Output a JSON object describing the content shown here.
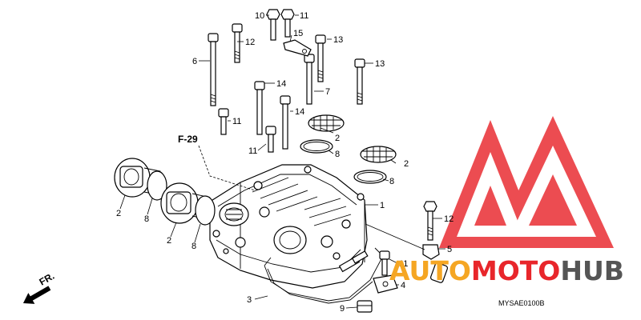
{
  "diagram": {
    "callouts": {
      "c10": "10",
      "c11a": "11",
      "c15": "15",
      "c12a": "12",
      "c13a": "13",
      "c6": "6",
      "c13b": "13",
      "c14a": "14",
      "c7": "7",
      "c14b": "14",
      "c11b": "11",
      "c2a": "2",
      "c11c": "11",
      "c8a": "8",
      "c2b": "2",
      "c8b": "8",
      "c1": "1",
      "c12b": "12",
      "c2c": "2",
      "c8c": "8",
      "c2d": "2",
      "c8d": "8",
      "c5": "5",
      "c11d": "11",
      "c4": "4",
      "c3": "3",
      "c9": "9"
    },
    "reference": "F-29",
    "direction": "FR.",
    "drawing_code": "MYSAE0100B"
  },
  "watermark": {
    "part1": "AUTO",
    "part2": "MOTO",
    "part3": "HUB",
    "colors": {
      "red": "#e8262b",
      "orange": "#f5a623",
      "gray": "#555555"
    }
  }
}
